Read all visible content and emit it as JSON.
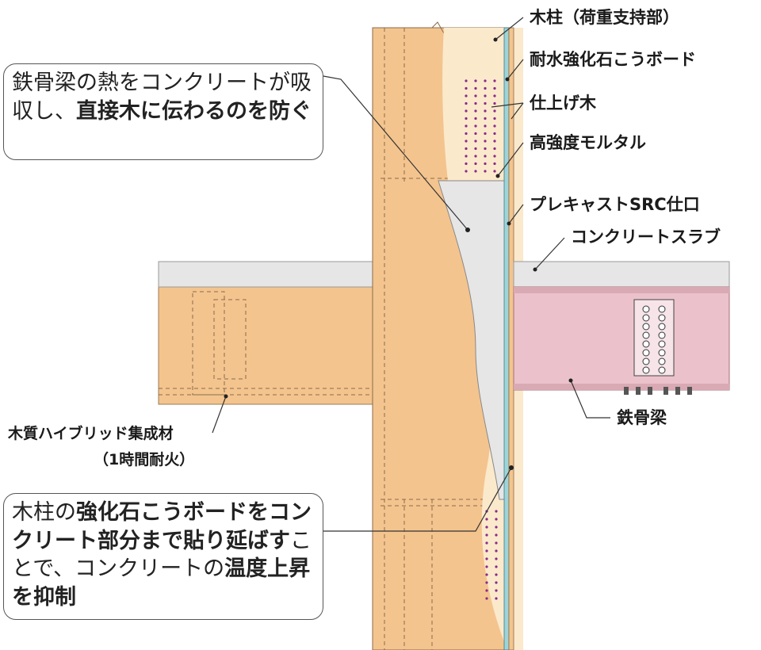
{
  "labels": {
    "wood_column": "木柱（荷重支持部）",
    "fireproof_board": "耐水強化石こうボード",
    "finish_wood": "仕上げ木",
    "mortar": "高強度モルタル",
    "precast": "プレキャストSRC仕口",
    "slab": "コンクリートスラブ",
    "steel_beam": "鉄骨梁",
    "hybrid_timber": "木質ハイブリッド集成材",
    "fire_rating": "（1時間耐火）"
  },
  "callout1": {
    "part1": "鉄骨梁の熱をコンクリートが吸収し、",
    "part2": "直接木に伝わるのを防ぐ"
  },
  "callout2": {
    "part1": "木柱の",
    "part2": "強化石こうボードをコンクリート部分まで貼り延ばす",
    "part3": "ことで、コンクリートの",
    "part4": "温度上昇を抑制"
  },
  "colors": {
    "wood": "#F4C48E",
    "wood_light": "#FBE9CC",
    "concrete": "#E6E6E6",
    "steel": "#EBC2CB",
    "board": "#9ED4D8",
    "dots": "#8A2A8A"
  }
}
